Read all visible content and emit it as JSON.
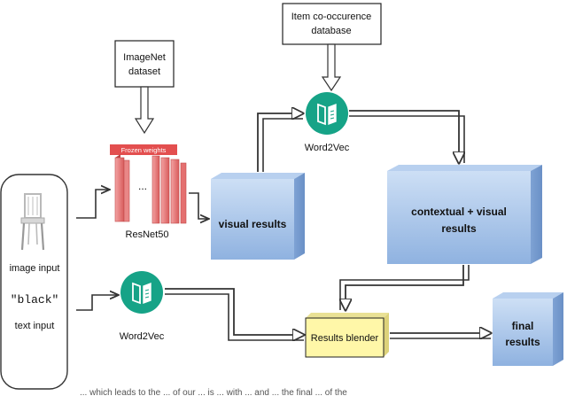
{
  "caption_fragment": "... which leads to the ... of our ... is ... with ... and ... the final ... of the",
  "nodes": {
    "item_db": {
      "label_lines": [
        "Item co-occurence",
        "database"
      ]
    },
    "imagenet": {
      "label_lines": [
        "ImageNet",
        "dataset"
      ]
    },
    "frozen": {
      "label": "Frozen weights"
    },
    "resnet_dots": {
      "label": "..."
    },
    "resnet": {
      "label": "ResNet50"
    },
    "word2vec_top": {
      "label": "Word2Vec"
    },
    "word2vec_bottom": {
      "label": "Word2Vec"
    },
    "visual_results": {
      "label": "visual results"
    },
    "contextual": {
      "label_lines": [
        "contextual + visual",
        "results"
      ]
    },
    "blender": {
      "label": "Results blender"
    },
    "final": {
      "label_lines": [
        "final",
        "results"
      ]
    },
    "input_panel": {
      "image_label": "image input",
      "text_value": "\"black\"",
      "text_label": "text input"
    }
  },
  "icons": {
    "chair": "chair-icon",
    "book": "book-icon"
  },
  "colors": {
    "blue_box": "#9bbce6",
    "yellow_box": "#fff7a8",
    "red_layer": "#e57474",
    "teal": "#1aa58a"
  }
}
